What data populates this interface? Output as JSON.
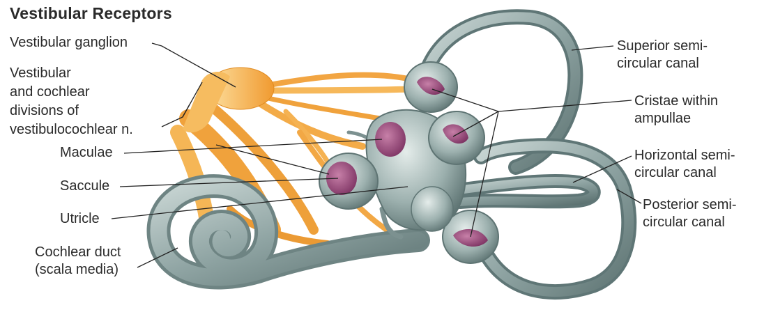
{
  "title": "Vestibular Receptors",
  "labels": {
    "vestibular_ganglion": "Vestibular ganglion",
    "nerve_divisions": [
      "Vestibular",
      "and cochlear",
      "divisions of",
      "vestibulocochlear n."
    ],
    "maculae": "Maculae",
    "saccule": "Saccule",
    "utricle": "Utricle",
    "cochlear_duct": [
      "Cochlear duct",
      "(scala media)"
    ],
    "superior_canal": [
      "Superior semi-",
      "circular canal"
    ],
    "cristae": [
      "Cristae within",
      "ampullae"
    ],
    "horizontal_canal": [
      "Horizontal semi-",
      "circular canal"
    ],
    "posterior_canal": [
      "Posterior semi-",
      "circular canal"
    ]
  },
  "colors": {
    "membrane": "#9fb3b3",
    "membrane_dark": "#5f7676",
    "nerve": "#f2a640",
    "nerve_light": "#fdd890",
    "receptor": "#9a4b7a"
  }
}
